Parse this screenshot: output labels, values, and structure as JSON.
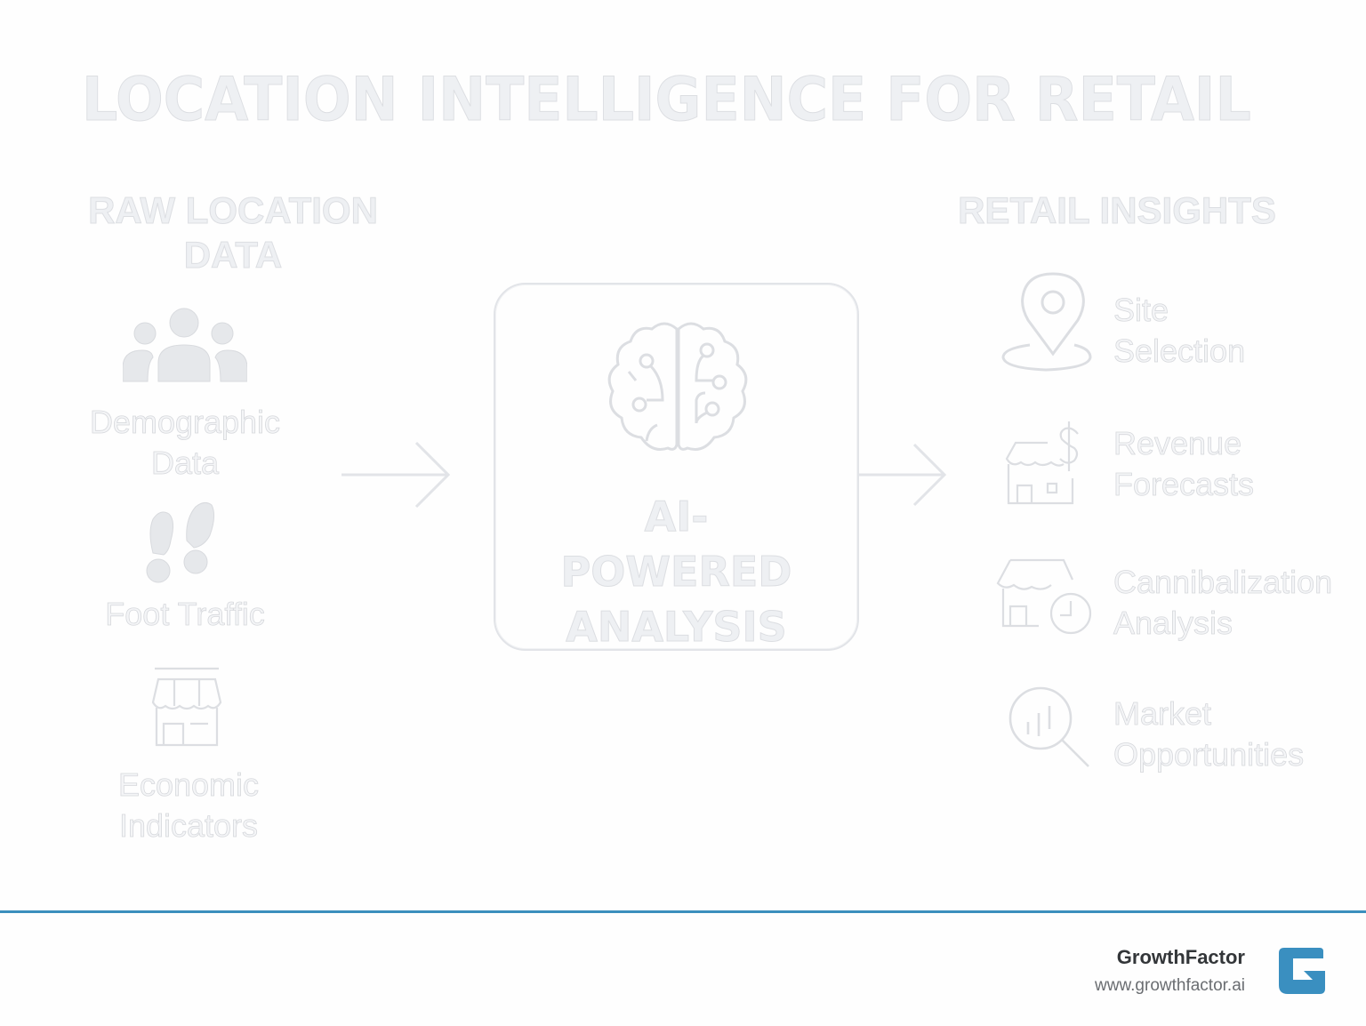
{
  "title": "LOCATION INTELLIGENCE FOR RETAIL",
  "left_section": {
    "title": "RAW LOCATION DATA",
    "items": [
      {
        "label": "Demographic Data",
        "icon": "people-group-icon"
      },
      {
        "label": "Foot Traffic",
        "icon": "footprints-icon"
      },
      {
        "label": "Economic Indicators",
        "icon": "storefront-icon"
      }
    ]
  },
  "center": {
    "label": "AI-POWERED ANALYSIS",
    "icon": "brain-circuit-icon"
  },
  "right_section": {
    "title": "RETAIL INSIGHTS",
    "items": [
      {
        "label": "Site Selection",
        "icon": "map-pin-icon"
      },
      {
        "label": "Revenue Forecasts",
        "icon": "store-dollar-icon"
      },
      {
        "label": "Cannibalization Analysis",
        "icon": "store-clock-icon"
      },
      {
        "label": "Market Opportunities",
        "icon": "magnifier-chart-icon"
      }
    ]
  },
  "footer": {
    "brand": "GrowthFactor",
    "url": "www.growthfactor.ai",
    "accent_color": "#3b8fbd"
  }
}
